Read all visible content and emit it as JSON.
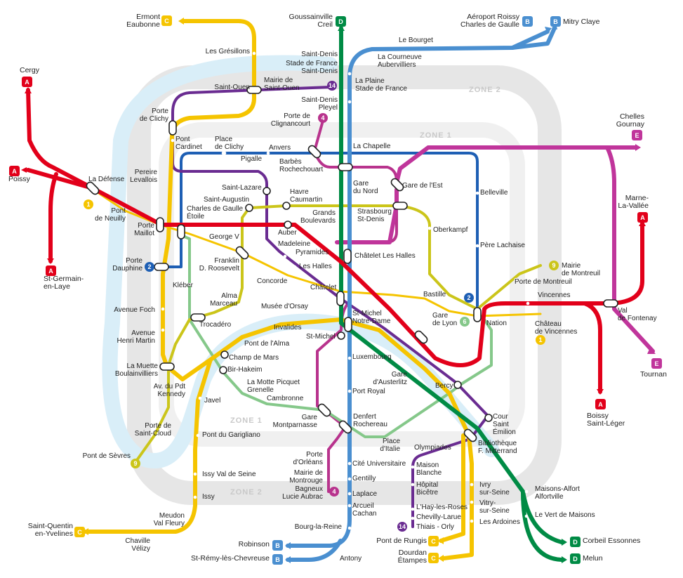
{
  "colors": {
    "rer_a": "#e2001a",
    "rer_b": "#4a8fd0",
    "rer_c": "#f5c400",
    "rer_d": "#008b45",
    "rer_e": "#c0359b",
    "m2": "#1e5fb4",
    "m4": "#b8338d",
    "m6": "#85c88a",
    "m9": "#cbc51a",
    "m14": "#6a2c91",
    "zone": "#e6e6e6",
    "seine": "#d9eef8"
  },
  "zones": {
    "zone1_top": "ZONE 1",
    "zone1_bottom": "ZONE 1",
    "zone2_top": "ZONE 2",
    "zone2_bottom": "ZONE 2"
  },
  "terminals": {
    "cergy": "Cergy",
    "poissy": "Poissy",
    "sgl": "St-Germain-\nen-Laye",
    "marne": "Marne-\nLa-Vallée",
    "boissy": "Boissy\nSaint-Léger",
    "aeroport": "Aéroport Roissy\nCharles de Gaulle",
    "mitry": "Mitry Claye",
    "robinson": "Robinson",
    "st_remy": "St-Rémy-lès-Chevreuse",
    "goussainville": "Goussainville\nCreil",
    "corbeil": "Corbeil Essonnes",
    "melun": "Melun",
    "ermont": "Ermont\nEaubonne",
    "st_quentin": "Saint-Quentin\nen-Yvelines",
    "pont_rungis": "Pont de Rungis",
    "dourdan": "Dourdan\nÉtampes",
    "chelles": "Chelles\nGournay",
    "tournan": "Tournan"
  },
  "badges": {
    "a": "A",
    "b": "B",
    "c": "C",
    "d": "D",
    "e": "E",
    "m1": "1",
    "m2": "2",
    "m4": "4",
    "m6": "6",
    "m9": "9",
    "m14": "14"
  },
  "stations": {
    "les_gresillons": "Les Grésillons",
    "saint_ouen": "Saint-Ouen",
    "mairie_st_ouen": "Mairie de\nSaint-Ouen",
    "porte_clichy": "Porte\nde Clichy",
    "pont_cardinet": "Pont\nCardinet",
    "place_clichy": "Place\nde Clichy",
    "anvers": "Anvers",
    "pigalle": "Pigalle",
    "barbes": "Barbès\nRochechouart",
    "porte_clignancourt": "Porte de\nClignancourt",
    "la_chapelle": "La Chapelle",
    "gare_du_nord": "Gare\ndu Nord",
    "gare_est": "Gare de l'Est",
    "belleville": "Belleville",
    "pere_lachaise": "Père Lachaise",
    "saint_denis": "Saint-Denis",
    "stade_de_france": "Stade de France\nSaint-Denis",
    "st_denis_pleyel": "Saint-Denis\nPleyel",
    "la_plaine": "La Plaine\nStade de France",
    "le_bourget": "Le Bourget",
    "la_courneuve": "La Courneuve\nAubervilliers",
    "la_defense": "La Défense",
    "pont_neuilly": "Pont\nde Neuilly",
    "pereire": "Pereire\nLevallois",
    "porte_maillot": "Porte\nMaillot",
    "cdg_etoile": "Charles de Gaulle\nÉtoile",
    "saint_lazare": "Saint-Lazare",
    "saint_augustin": "Saint-Augustin",
    "havre": "Havre\nCaumartin",
    "auber": "Auber",
    "grands_boulevards": "Grands\nBoulevards",
    "strasbourg": "Strasbourg\nSt-Denis",
    "oberkampf": "Oberkampf",
    "george_v": "George V",
    "madeleine": "Madeleine",
    "pyramides": "Pyramides",
    "les_halles": "Les Halles",
    "chatelet_lh": "Châtelet Les Halles",
    "chatelet": "Châtelet",
    "franklin": "Franklin\nD. Roosevelt",
    "porte_dauphine": "Porte\nDauphine",
    "kleber": "Kléber",
    "concorde": "Concorde",
    "alma_marceau": "Alma\nMarceau",
    "avenue_foch": "Avenue Foch",
    "trocadero": "Trocadéro",
    "musee_orsay": "Musée d'Orsay",
    "invalides": "Invalides",
    "pont_alma": "Pont de l'Alma",
    "champ_mars": "Champ de Mars",
    "bir_hakeim": "Bir-Hakeim",
    "avenue_henri_martin": "Avenue\nHenri Martin",
    "la_muette": "La Muette\nBoulainvilliers",
    "av_pdt_kennedy": "Av. du Pdt\nKennedy",
    "javel": "Javel",
    "la_motte": "La Motte Picquet\nGrenelle",
    "cambronne": "Cambronne",
    "st_michel_nd": "St-Michel\nNotre-Dame",
    "st_michel": "St-Michel",
    "luxembourg": "Luxembourg",
    "port_royal": "Port Royal",
    "gare_austerlitz": "Gare\nd'Austerlitz",
    "bastille": "Bastille",
    "gare_lyon": "Gare\nde Lyon",
    "nation": "Nation",
    "porte_montreuil": "Porte de Montreuil",
    "mairie_montreuil": "Mairie\nde Montreuil",
    "vincennes": "Vincennes",
    "chateau_vincennes": "Château\nde Vincennes",
    "val_fontenay": "Val\nde Fontenay",
    "bercy": "Bercy",
    "denfert": "Denfert\nRochereau",
    "gare_montparnasse": "Gare\nMontparnasse",
    "place_italie": "Place\nd'Italie",
    "cour_st_emilion": "Cour\nSaint\nÉmilion",
    "olympiades": "Olympiades",
    "bibliotheque": "Bibliothèque\nF. Mitterrand",
    "porte_orleans": "Porte\nd'Orléans",
    "mairie_montrouge": "Mairie de\nMontrouge",
    "bagneux": "Bagneux\nLucie Aubrac",
    "cite_universitaire": "Cité Universitaire",
    "gentilly": "Gentilly",
    "laplace": "Laplace",
    "arcueil": "Arcueil\nCachan",
    "bourg_la_reine": "Bourg-la-Reine",
    "antony": "Antony",
    "maison_blanche": "Maison\nBlanche",
    "hopital_bicetre": "Hôpital\nBicêtre",
    "lhay": "L'Haÿ-les-Roses",
    "chevilly": "Chevilly-Larue",
    "thiais": "Thiais - Orly",
    "ivry": "Ivry\nsur-Seine",
    "vitry": "Vitry-\nsur-Seine",
    "les_ardoines": "Les Ardoines",
    "maisons_alfort": "Maisons-Alfort\nAlfortville",
    "le_vert": "Le Vert de Maisons",
    "porte_saint_cloud": "Porte de\nSaint-Cloud",
    "pont_sevres": "Pont de Sèvres",
    "pont_garigliano": "Pont du Garigliano",
    "issy_val": "Issy Val de Seine",
    "issy": "Issy",
    "meudon": "Meudon\nVal Fleury",
    "chaville": "Chaville\nVélizy"
  }
}
